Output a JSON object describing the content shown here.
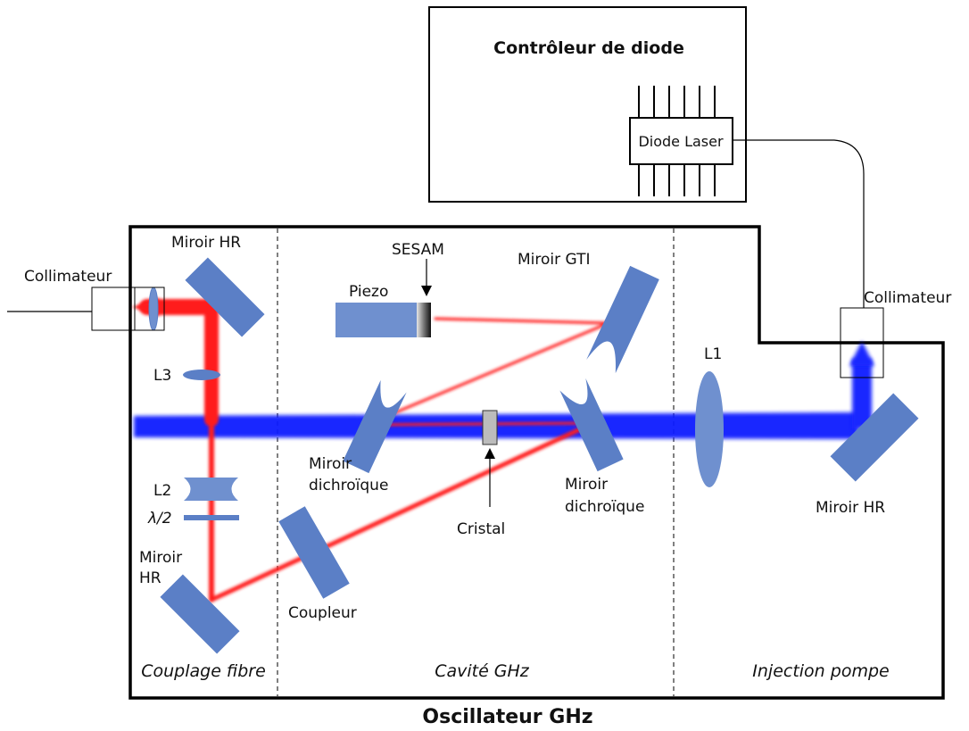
{
  "diagram": {
    "controller_title": "Contrôleur de diode",
    "diode_label": "Diode Laser",
    "bottom_title": "Oscillateur GHz",
    "sections": {
      "left": "Couplage fibre",
      "middle": "Cavité GHz",
      "right": "Injection pompe"
    },
    "labels": {
      "collimateur_left": "Collimateur",
      "collimateur_right": "Collimateur",
      "miroir_hr_top": "Miroir HR",
      "l3": "L3",
      "l2": "L2",
      "half_wave": "λ/2",
      "miroir_hr_bottom_line1": "Miroir",
      "miroir_hr_bottom_line2": "HR",
      "sesam": "SESAM",
      "piezo": "Piezo",
      "miroir_gti": "Miroir GTI",
      "miroir_dichroique_left_line1": "Miroir",
      "miroir_dichroique_left_line2": "dichroïque",
      "miroir_dichroique_right_line1": "Miroir",
      "miroir_dichroique_right_line2": "dichroïque",
      "cristal": "Cristal",
      "coupleur": "Coupleur",
      "l1": "L1",
      "miroir_hr_right": "Miroir HR"
    },
    "colors": {
      "component": "#5b7fc6",
      "component_light": "#6f90cf",
      "red_beam": "#ff1a1a",
      "blue_beam": "#0a1aff",
      "outline": "#000000"
    }
  }
}
